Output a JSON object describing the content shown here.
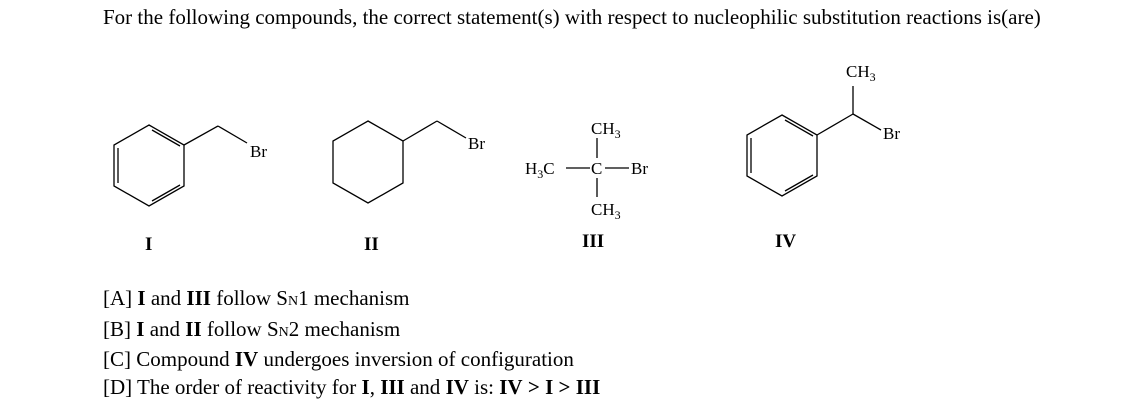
{
  "question": "For the following compounds, the correct statement(s) with respect to nucleophilic substitution reactions is(are)",
  "compounds": [
    {
      "label": "I",
      "atoms": {
        "br": "Br"
      }
    },
    {
      "label": "II",
      "atoms": {
        "br": "Br"
      }
    },
    {
      "label": "III",
      "atoms": {
        "ch3_top": "CH",
        "ch3_top_sub": "3",
        "h3c_h": "H",
        "h3c_sub": "3",
        "h3c_c": "C",
        "c_center": "C",
        "br": "Br",
        "ch3_bottom": "CH",
        "ch3_bottom_sub": "3"
      }
    },
    {
      "label": "IV",
      "atoms": {
        "ch3": "CH",
        "ch3_sub": "3",
        "br": "Br"
      }
    }
  ],
  "options": [
    {
      "letter": "[A]",
      "parts": [
        "I",
        "and",
        "III",
        "follow",
        "S",
        "N",
        "1 mechanism"
      ]
    },
    {
      "letter": "[B]",
      "parts": [
        "I",
        "and",
        "II",
        "follow",
        "S",
        "N",
        "2 mechanism"
      ]
    },
    {
      "letter": "[C]",
      "parts": [
        "Compound",
        "IV",
        "undergoes inversion of configuration"
      ]
    },
    {
      "letter": "[D]",
      "parts": [
        "The order of reactivity for",
        "I",
        ",",
        "III",
        "and",
        "IV",
        "is:",
        "IV",
        ">",
        "I",
        ">",
        "III"
      ]
    }
  ]
}
